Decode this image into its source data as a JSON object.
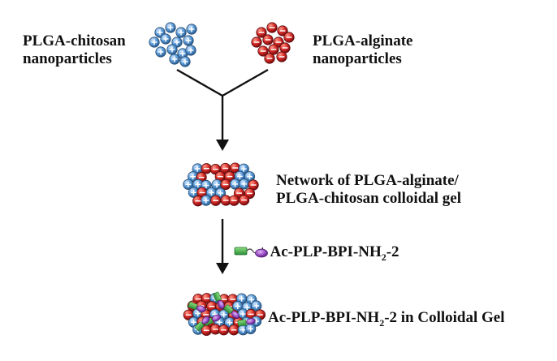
{
  "labels": {
    "chitosan_line1": "PLGA-chitosan",
    "chitosan_line2": "nanoparticles",
    "alginate_line1": "PLGA-alginate",
    "alginate_line2": "nanoparticles",
    "network_line1": "Network of PLGA-alginate/",
    "network_line2": "PLGA-chitosan colloidal gel",
    "peptide_prefix": "+ Ac-PLP-BPI-NH",
    "peptide_sub": "2",
    "peptide_suffix": "-2",
    "final_prefix": "Ac-PLP-BPI-NH",
    "final_sub": "2",
    "final_suffix": "-2 in Colloidal Gel"
  },
  "colors": {
    "positive_particle": "#4a8fd0",
    "negative_particle": "#c81e24",
    "peptide_head": "#3db24a",
    "peptide_tail": "#8e44b8"
  },
  "icons": {
    "positive": "plus-particle-icon",
    "negative": "minus-particle-icon",
    "peptide": "peptide-icon"
  }
}
